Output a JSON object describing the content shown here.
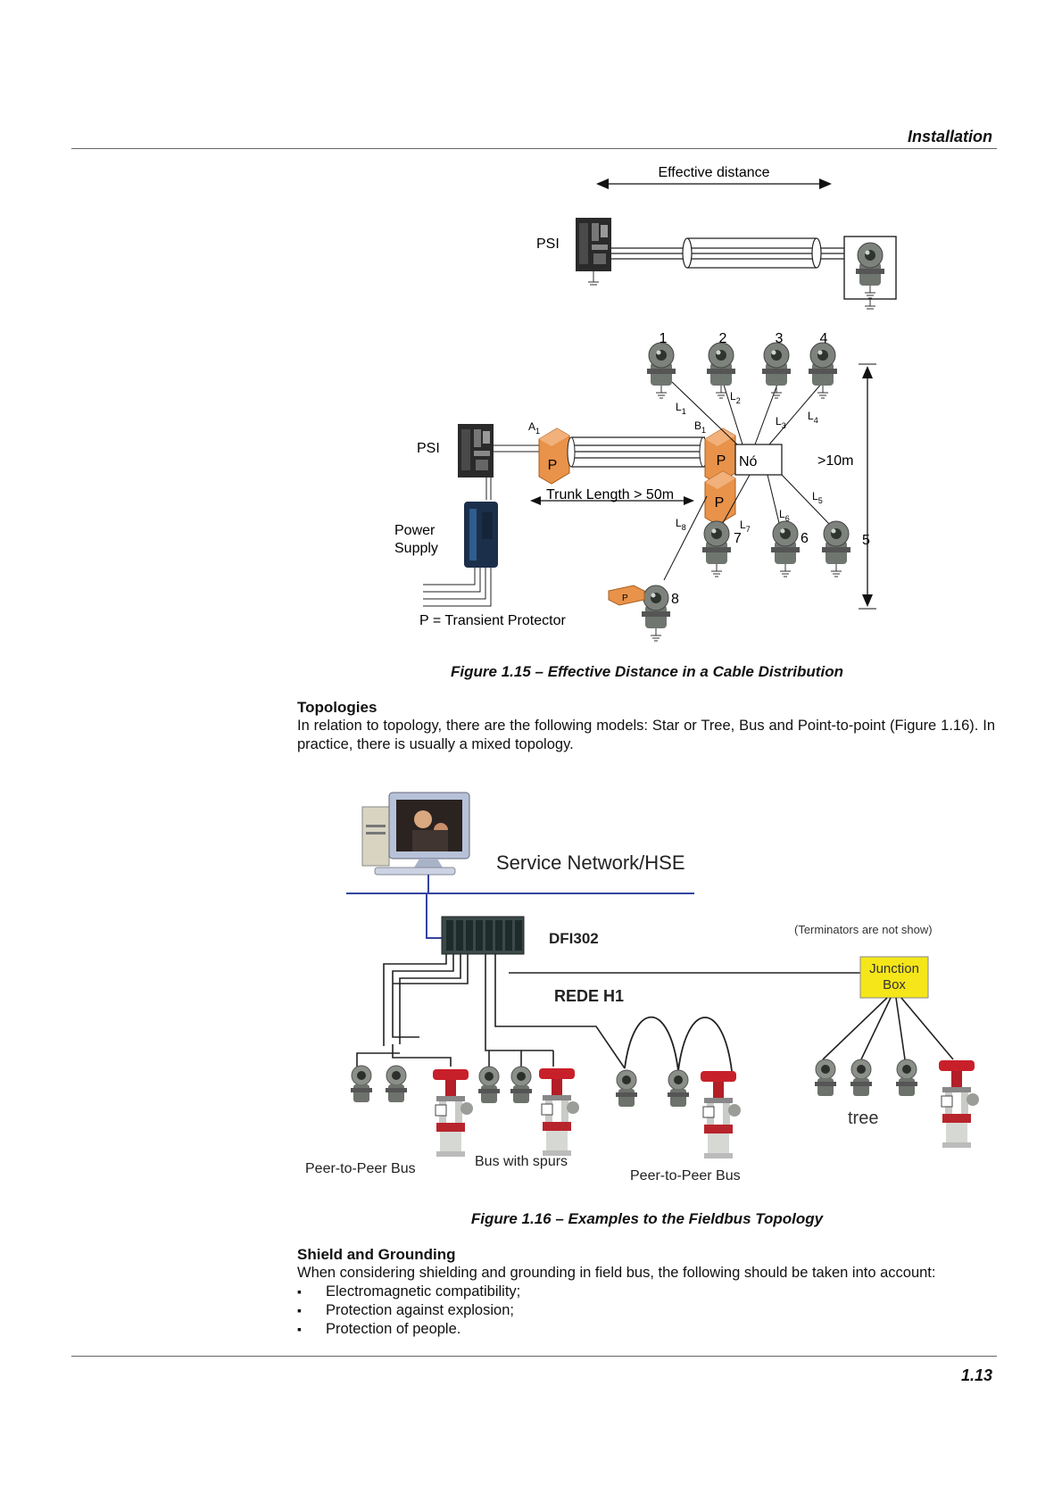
{
  "header": {
    "title": "Installation"
  },
  "figure_115": {
    "effective_distance": "Effective distance",
    "psi_top": "PSI",
    "psi_lower": "PSI",
    "power_supply_line1": "Power",
    "power_supply_line2": "Supply",
    "protector_letter": "P",
    "protector_a": "A",
    "protector_a_sub": "1",
    "protector_b": "B",
    "protector_b_sub": "1",
    "node_label": "Nó",
    "height_label": ">10m",
    "trunk_length": "Trunk Length > 50m",
    "legend": "P = Transient Protector",
    "devices": [
      "1",
      "2",
      "3",
      "4",
      "5",
      "6",
      "7",
      "8"
    ],
    "spur_letter": "L",
    "spurs": [
      "1",
      "2",
      "3",
      "4",
      "5",
      "6",
      "7",
      "8"
    ]
  },
  "caption_115": "Figure 1.15 – Effective Distance in a Cable Distribution",
  "topologies": {
    "heading": "Topologies",
    "text": "In relation to topology, there are the following models: Star or Tree, Bus and Point-to-point (Figure 1.16). In practice, there is usually a mixed topology."
  },
  "figure_116": {
    "service_network": "Service Network/HSE",
    "dfi": "DFI302",
    "terminators_note": "(Terminators are not show)",
    "junction_line1": "Junction",
    "junction_line2": "Box",
    "rede": "REDE H1",
    "tree": "tree",
    "peer_bus_left": "Peer-to-Peer Bus",
    "bus_spurs": "Bus with spurs",
    "peer_bus_right": "Peer-to-Peer Bus"
  },
  "caption_116": "Figure 1.16 – Examples to the Fieldbus Topology",
  "shield": {
    "heading": "Shield and Grounding",
    "intro": "When considering shielding and grounding in field bus, the following should be taken into account:",
    "items": [
      "Electromagnetic compatibility;",
      "Protection against explosion;",
      "Protection of people."
    ]
  },
  "footer": {
    "page_number": "1.13"
  },
  "colors": {
    "protector_orange": "#E8924A",
    "junction_yellow": "#F5E61A",
    "network_blue": "#3344A0",
    "valve_red": "#C8202A"
  }
}
